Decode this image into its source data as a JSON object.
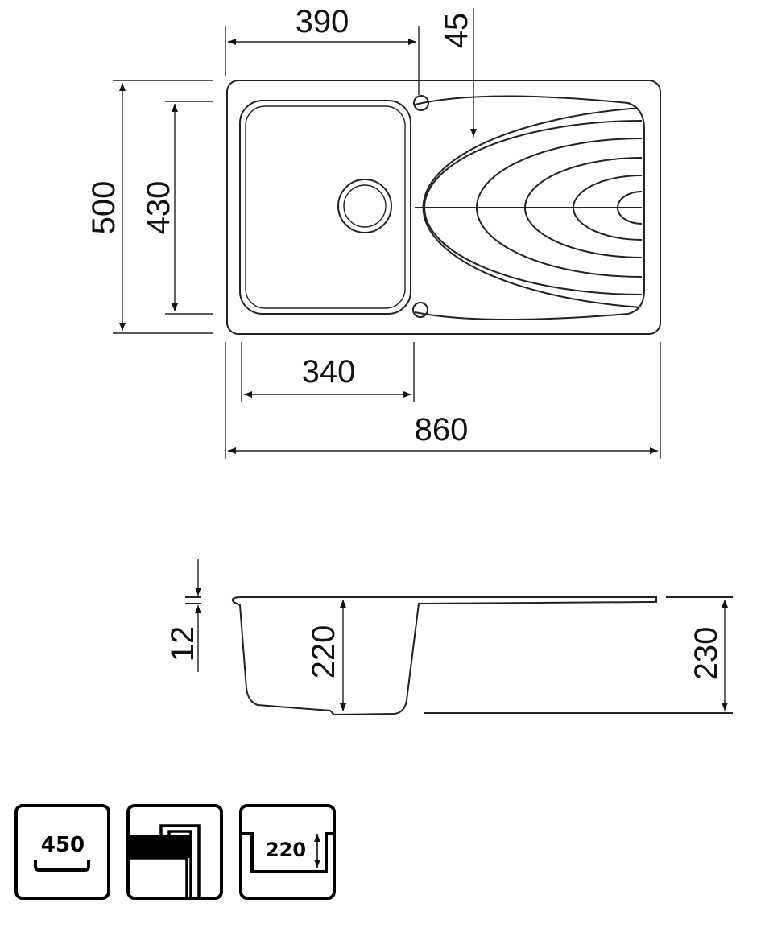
{
  "top_view": {
    "dims": {
      "bowl_offset": "390",
      "drain_offset": "45",
      "overall_depth": "500",
      "bowl_depth": "430",
      "bowl_width": "340",
      "overall_width": "860"
    }
  },
  "side_view": {
    "dims": {
      "rim_thickness": "12",
      "bowl_height": "220",
      "overall_height": "230"
    }
  },
  "feature_icons": [
    {
      "name": "min-cabinet-size",
      "label": "450"
    },
    {
      "name": "inset-mount",
      "label": ""
    },
    {
      "name": "bowl-depth",
      "label": "220"
    }
  ],
  "colors": {
    "line": "#222222",
    "background": "#ffffff"
  }
}
